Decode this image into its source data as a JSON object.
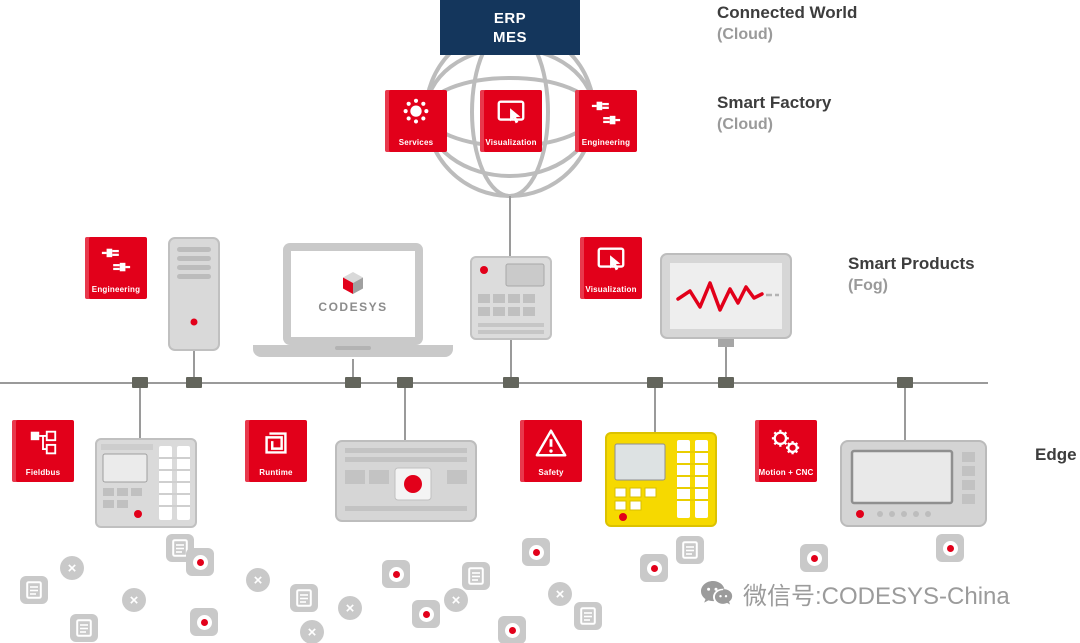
{
  "colors": {
    "brand_red": "#e2001a",
    "navy": "#14365c",
    "gray_text": "#9a9a9a",
    "device_gray": "#d6d6d6",
    "yellow": "#f6d900"
  },
  "erp": {
    "line1": "ERP",
    "line2": "MES"
  },
  "cloud_boxes": {
    "services": "Services",
    "visualization": "Visualization",
    "engineering": "Engineering"
  },
  "fog_boxes": {
    "engineering": "Engineering",
    "visualization": "Visualization"
  },
  "edge_boxes": {
    "fieldbus": "Fieldbus",
    "runtime": "Runtime",
    "safety": "Safety",
    "motion": "Motion + CNC"
  },
  "layers": {
    "connected_world": {
      "title": "Connected World",
      "subtitle": "(Cloud)"
    },
    "smart_factory": {
      "title": "Smart Factory",
      "subtitle": "(Cloud)"
    },
    "smart_products": {
      "title": "Smart Products",
      "subtitle": "(Fog)"
    },
    "edge": {
      "title": "Edge"
    }
  },
  "laptop": {
    "logo_text": "CODESYS"
  },
  "watermark": {
    "text": "微信号:CODESYS-China"
  },
  "glyphs": {
    "x": "×"
  },
  "icons": {
    "services": "sun-dots-icon",
    "visualization": "touch-screen-icon",
    "engineering": "connector-plugs-icon",
    "fieldbus": "network-nodes-icon",
    "runtime": "square-spiral-icon",
    "safety": "warning-triangle-icon",
    "motion": "gears-icon",
    "wechat": "wechat-icon"
  }
}
